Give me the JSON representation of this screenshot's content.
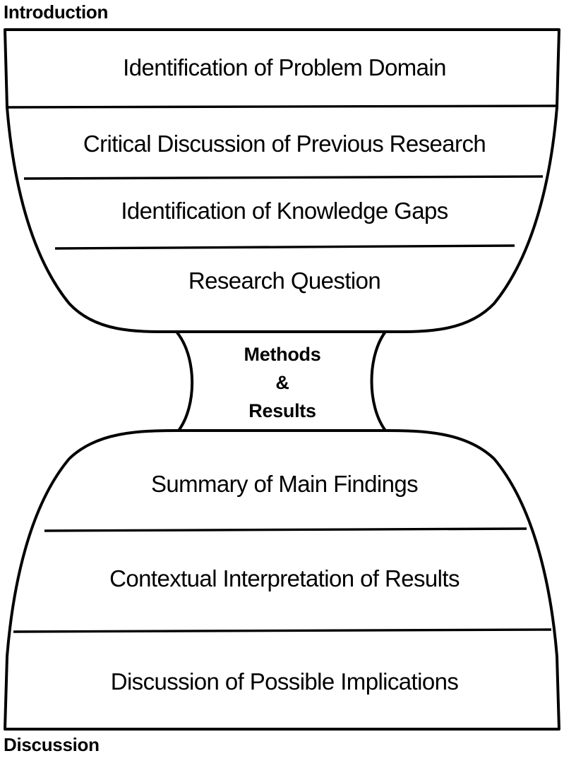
{
  "figure": {
    "type": "hourglass-diagram",
    "title_top": "Introduction",
    "title_bottom": "Discussion",
    "stroke_color": "#000000",
    "fill_color": "#ffffff"
  },
  "top_label": {
    "text": "Introduction"
  },
  "bottom_label": {
    "text": "Discussion"
  },
  "upper_funnel": {
    "bands": [
      {
        "label": "Identification of Problem Domain"
      },
      {
        "label": "Critical Discussion of Previous Research"
      },
      {
        "label": "Identification of Knowledge Gaps"
      },
      {
        "label": "Research Question"
      }
    ]
  },
  "neck": {
    "lines": [
      "Methods",
      "&",
      "Results"
    ]
  },
  "lower_funnel": {
    "bands": [
      {
        "label": "Summary of Main Findings"
      },
      {
        "label": "Contextual Interpretation of Results"
      },
      {
        "label": "Discussion of Possible Implications"
      }
    ]
  }
}
